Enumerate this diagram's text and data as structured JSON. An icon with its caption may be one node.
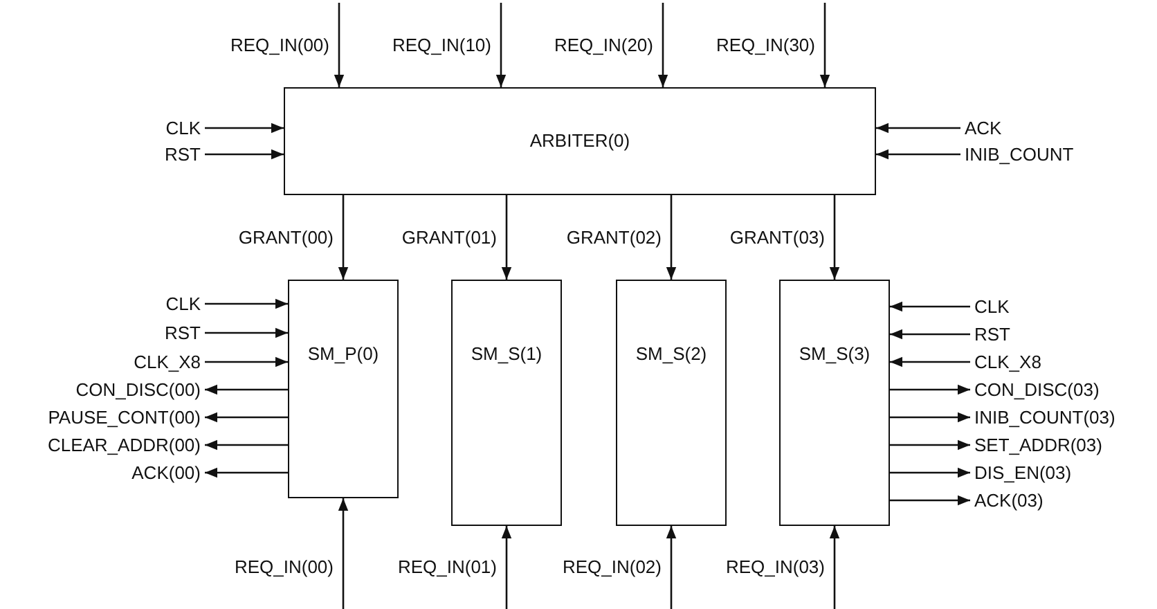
{
  "diagram": {
    "nodes": [
      {
        "text": [
          "ARBITER(0)"
        ]
      },
      {
        "text": [
          "CLK"
        ]
      },
      {
        "text": [
          "RST"
        ]
      },
      {
        "text": [
          "ACK"
        ]
      },
      {
        "text": [
          "INIB_COUNT"
        ]
      },
      {
        "text": [
          "SM_P(0)"
        ]
      },
      {
        "text": [
          "SM_S(1)"
        ]
      },
      {
        "text": [
          "SM_S(2)"
        ]
      },
      {
        "text": [
          "SM_S(3)"
        ]
      },
      {
        "text": [
          "CLK"
        ]
      },
      {
        "text": [
          "RST"
        ]
      },
      {
        "text": [
          "CLK_X8"
        ]
      },
      {
        "text": [
          "CON_DISC(00)"
        ]
      },
      {
        "text": [
          "PAUSE_CONT(00)"
        ]
      },
      {
        "text": [
          "CLEAR_ADDR(00)"
        ]
      },
      {
        "text": [
          "ACK(00)"
        ]
      },
      {
        "text": [
          "CLK"
        ]
      },
      {
        "text": [
          "RST"
        ]
      },
      {
        "text": [
          "CLK_X8"
        ]
      },
      {
        "text": [
          "CON_DISC(03)"
        ]
      },
      {
        "text": [
          "INIB_COUNT(03)"
        ]
      },
      {
        "text": [
          "SET_ADDR(03)"
        ]
      },
      {
        "text": [
          "DIS_EN(03)"
        ]
      },
      {
        "text": [
          "ACK(03)"
        ]
      }
    ],
    "edges": [
      {
        "from": null,
        "to": 0,
        "arrow": "to",
        "label": "REQ_IN(00)"
      },
      {
        "from": null,
        "to": 0,
        "arrow": "to",
        "label": "REQ_IN(10)"
      },
      {
        "from": null,
        "to": 0,
        "arrow": "to",
        "label": "REQ_IN(20)"
      },
      {
        "from": null,
        "to": 0,
        "arrow": "to",
        "label": "REQ_IN(30)"
      },
      {
        "from": 1,
        "to": 0,
        "arrow": "to"
      },
      {
        "from": 2,
        "to": 0,
        "arrow": "to"
      },
      {
        "from": 3,
        "to": 0,
        "arrow": "to"
      },
      {
        "from": 4,
        "to": 0,
        "arrow": "to"
      },
      {
        "from": 0,
        "to": 5,
        "arrow": "to",
        "label": "GRANT(00)"
      },
      {
        "from": 0,
        "to": 6,
        "arrow": "to",
        "label": "GRANT(01)"
      },
      {
        "from": 0,
        "to": 7,
        "arrow": "to",
        "label": "GRANT(02)"
      },
      {
        "from": 0,
        "to": 8,
        "arrow": "to",
        "label": "GRANT(03)"
      },
      {
        "from": 9,
        "to": 5,
        "arrow": "to"
      },
      {
        "from": 10,
        "to": 5,
        "arrow": "to"
      },
      {
        "from": 11,
        "to": 5,
        "arrow": "to"
      },
      {
        "from": 5,
        "to": 12,
        "arrow": "to"
      },
      {
        "from": 5,
        "to": 13,
        "arrow": "to"
      },
      {
        "from": 5,
        "to": 14,
        "arrow": "to"
      },
      {
        "from": 5,
        "to": 15,
        "arrow": "to"
      },
      {
        "from": 16,
        "to": 8,
        "arrow": "to"
      },
      {
        "from": 17,
        "to": 8,
        "arrow": "to"
      },
      {
        "from": 18,
        "to": 8,
        "arrow": "to"
      },
      {
        "from": 8,
        "to": 19,
        "arrow": "to"
      },
      {
        "from": 8,
        "to": 20,
        "arrow": "to"
      },
      {
        "from": 8,
        "to": 21,
        "arrow": "to"
      },
      {
        "from": 8,
        "to": 22,
        "arrow": "to"
      },
      {
        "from": 8,
        "to": 23,
        "arrow": "to"
      },
      {
        "from": null,
        "to": 5,
        "arrow": "to",
        "label": "REQ_IN(00)"
      },
      {
        "from": null,
        "to": 6,
        "arrow": "to",
        "label": "REQ_IN(01)"
      },
      {
        "from": null,
        "to": 7,
        "arrow": "to",
        "label": "REQ_IN(02)"
      },
      {
        "from": null,
        "to": 8,
        "arrow": "to",
        "label": "REQ_IN(03)"
      }
    ]
  }
}
